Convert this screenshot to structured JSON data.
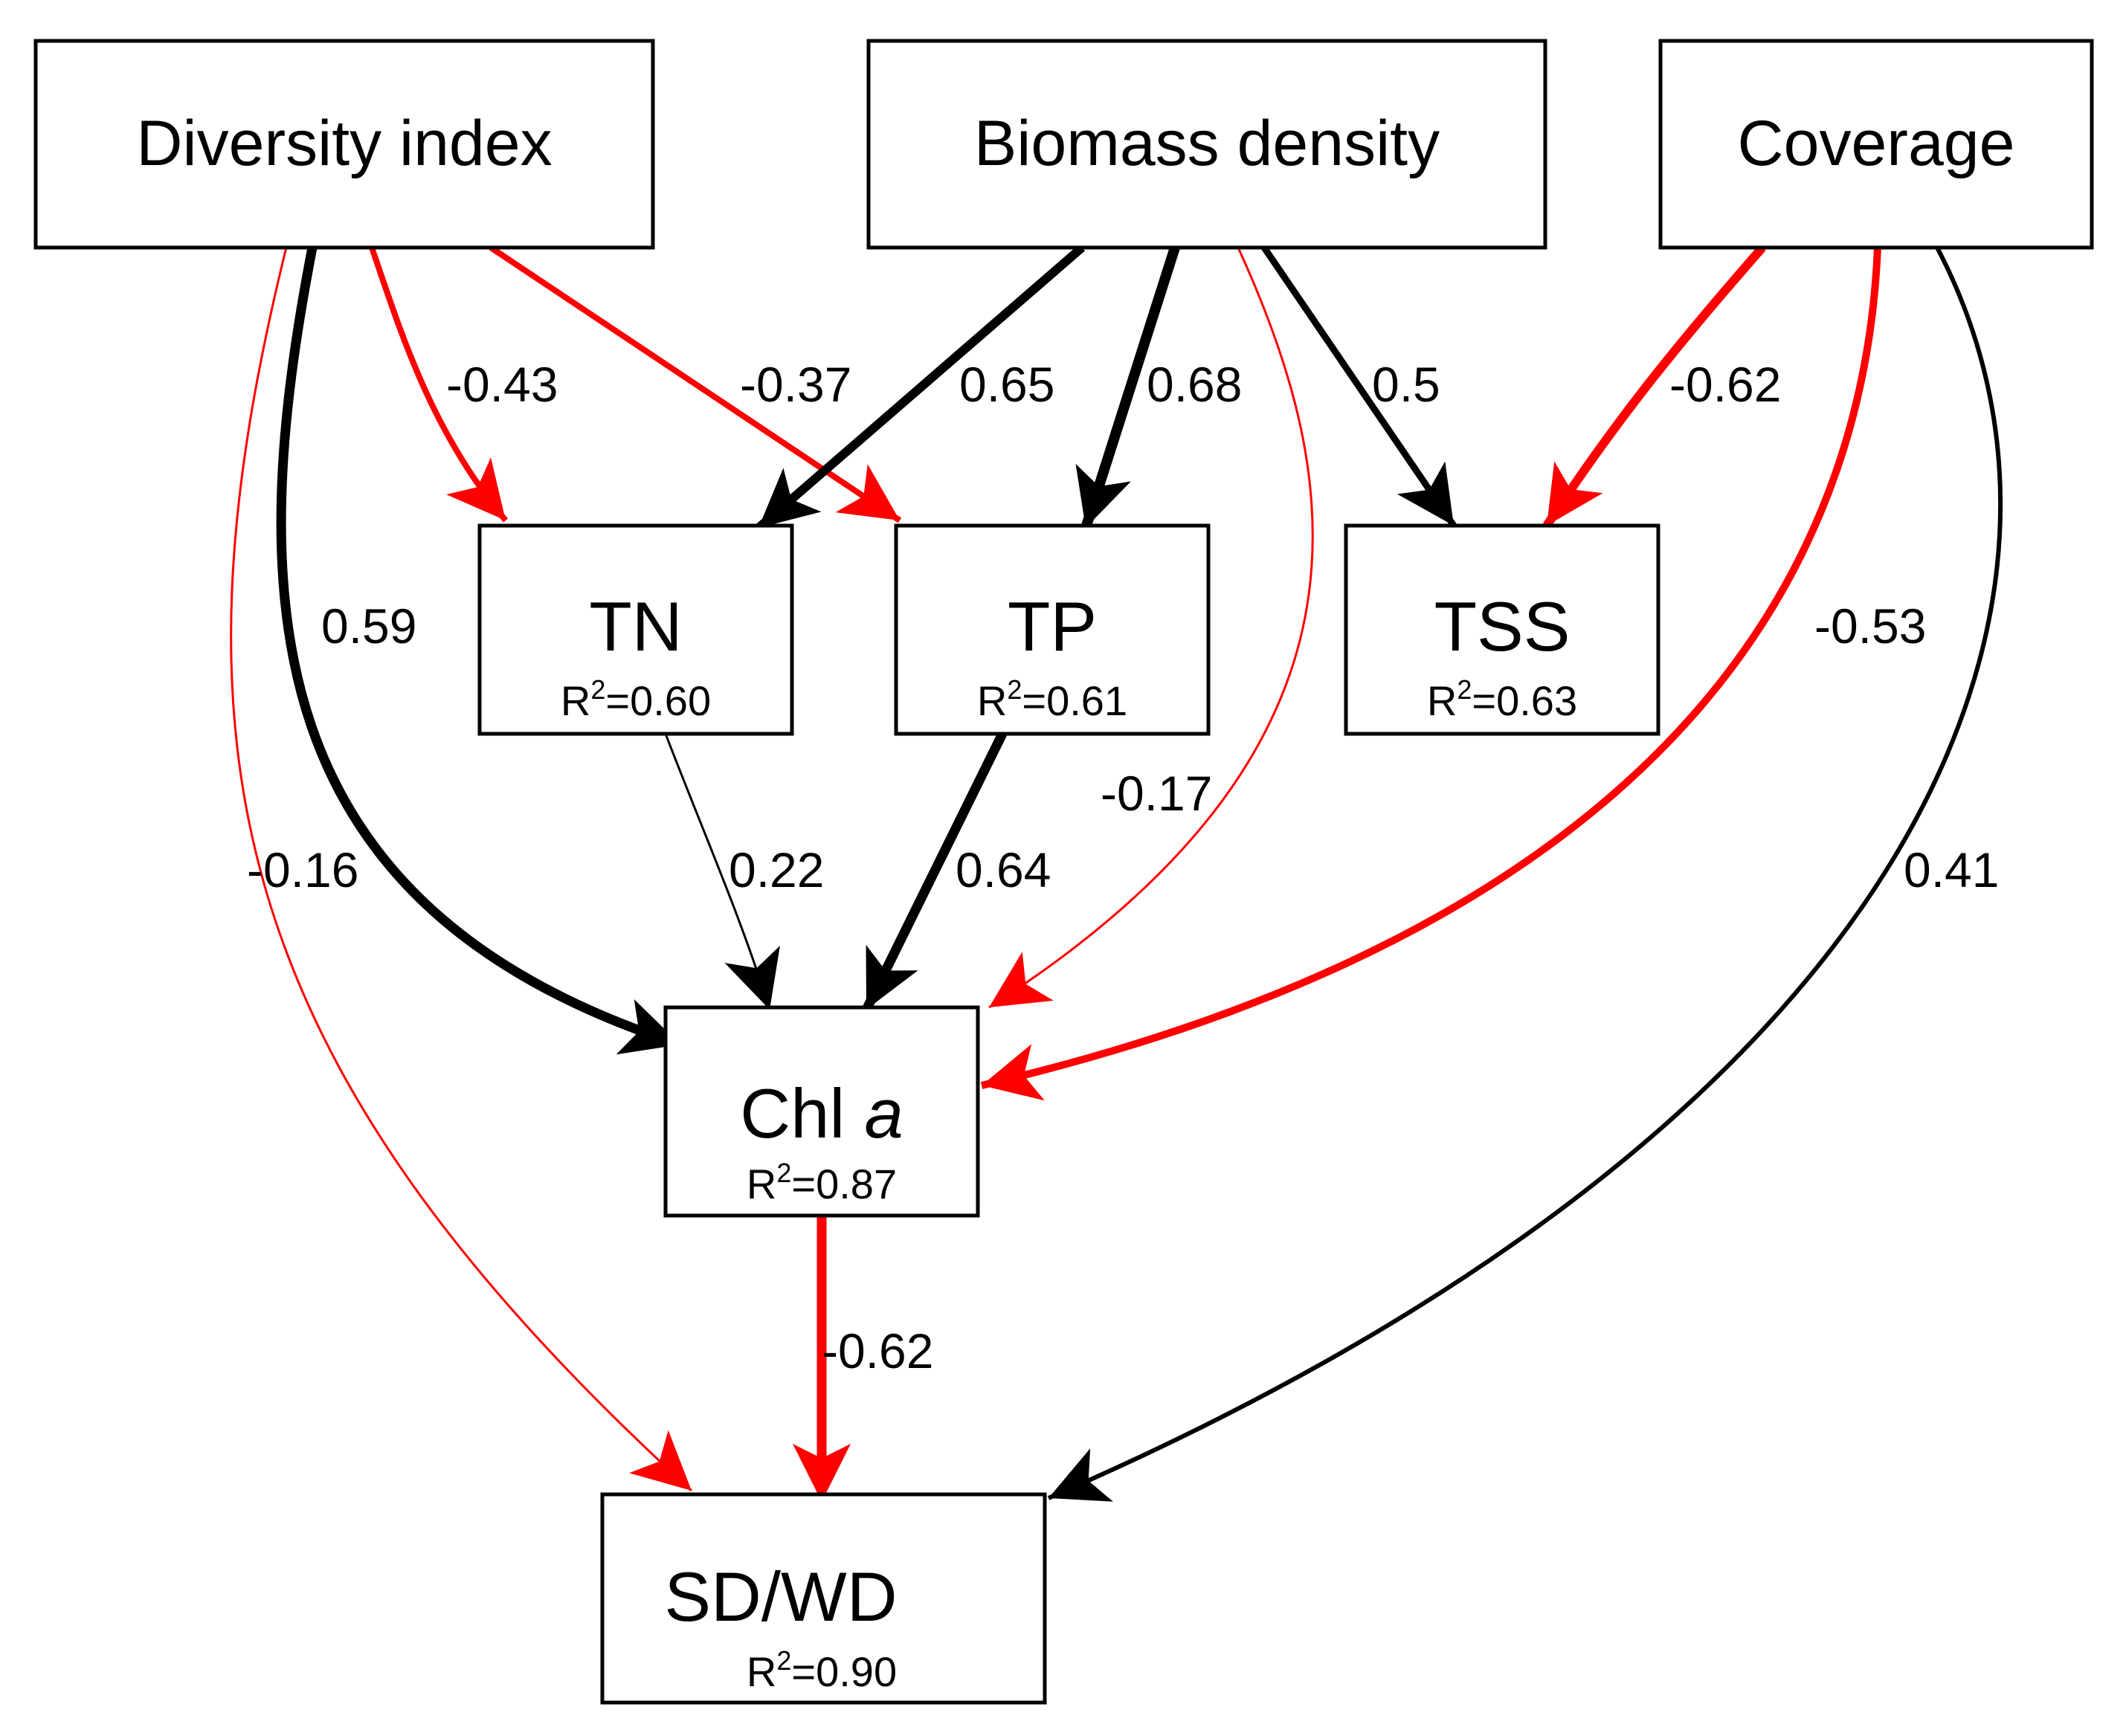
{
  "colors": {
    "positive": "#000000",
    "negative": "#ff0000"
  },
  "nodes": {
    "diversity": {
      "label": "Diversity index"
    },
    "biomass": {
      "label": "Biomass density"
    },
    "coverage": {
      "label": "Coverage"
    },
    "tn": {
      "label": "TN",
      "r2_prefix": "R",
      "r2_sup": "2",
      "r2_value": "=0.60"
    },
    "tp": {
      "label": "TP",
      "r2_prefix": "R",
      "r2_sup": "2",
      "r2_value": "=0.61"
    },
    "tss": {
      "label": "TSS",
      "r2_prefix": "R",
      "r2_sup": "2",
      "r2_value": "=0.63"
    },
    "chla": {
      "label": "Chl",
      "label_italic": "a",
      "r2_prefix": "R",
      "r2_sup": "2",
      "r2_value": "=0.87"
    },
    "sdwd": {
      "label": "SD/WD",
      "r2_prefix": "R",
      "r2_sup": "2",
      "r2_value": "=0.90"
    }
  },
  "paths": [
    {
      "id": "diversity-tn",
      "from": "Diversity index",
      "to": "TN",
      "coefficient": "-0.43",
      "sign": "negative"
    },
    {
      "id": "diversity-tp",
      "from": "Diversity index",
      "to": "TP",
      "coefficient": "-0.37",
      "sign": "negative"
    },
    {
      "id": "diversity-chla",
      "from": "Diversity index",
      "to": "Chl a",
      "coefficient": "0.59",
      "sign": "positive"
    },
    {
      "id": "diversity-sdwd",
      "from": "Diversity index",
      "to": "SD/WD",
      "coefficient": "-0.16",
      "sign": "negative"
    },
    {
      "id": "biomass-tn",
      "from": "Biomass density",
      "to": "TN",
      "coefficient": "0.65",
      "sign": "positive"
    },
    {
      "id": "biomass-tp",
      "from": "Biomass density",
      "to": "TP",
      "coefficient": "0.68",
      "sign": "positive"
    },
    {
      "id": "biomass-tss",
      "from": "Biomass density",
      "to": "TSS",
      "coefficient": "0.5",
      "sign": "positive"
    },
    {
      "id": "biomass-chla",
      "from": "Biomass density",
      "to": "Chl a",
      "coefficient": "-0.17",
      "sign": "negative"
    },
    {
      "id": "coverage-tss",
      "from": "Coverage",
      "to": "TSS",
      "coefficient": "-0.62",
      "sign": "negative"
    },
    {
      "id": "coverage-chla",
      "from": "Coverage",
      "to": "Chl a",
      "coefficient": "-0.53",
      "sign": "negative"
    },
    {
      "id": "coverage-sdwd",
      "from": "Coverage",
      "to": "SD/WD",
      "coefficient": "0.41",
      "sign": "positive"
    },
    {
      "id": "tn-chla",
      "from": "TN",
      "to": "Chl a",
      "coefficient": "0.22",
      "sign": "positive"
    },
    {
      "id": "tp-chla",
      "from": "TP",
      "to": "Chl a",
      "coefficient": "0.64",
      "sign": "positive"
    },
    {
      "id": "chla-sdwd",
      "from": "Chl a",
      "to": "SD/WD",
      "coefficient": "-0.62",
      "sign": "negative"
    }
  ]
}
